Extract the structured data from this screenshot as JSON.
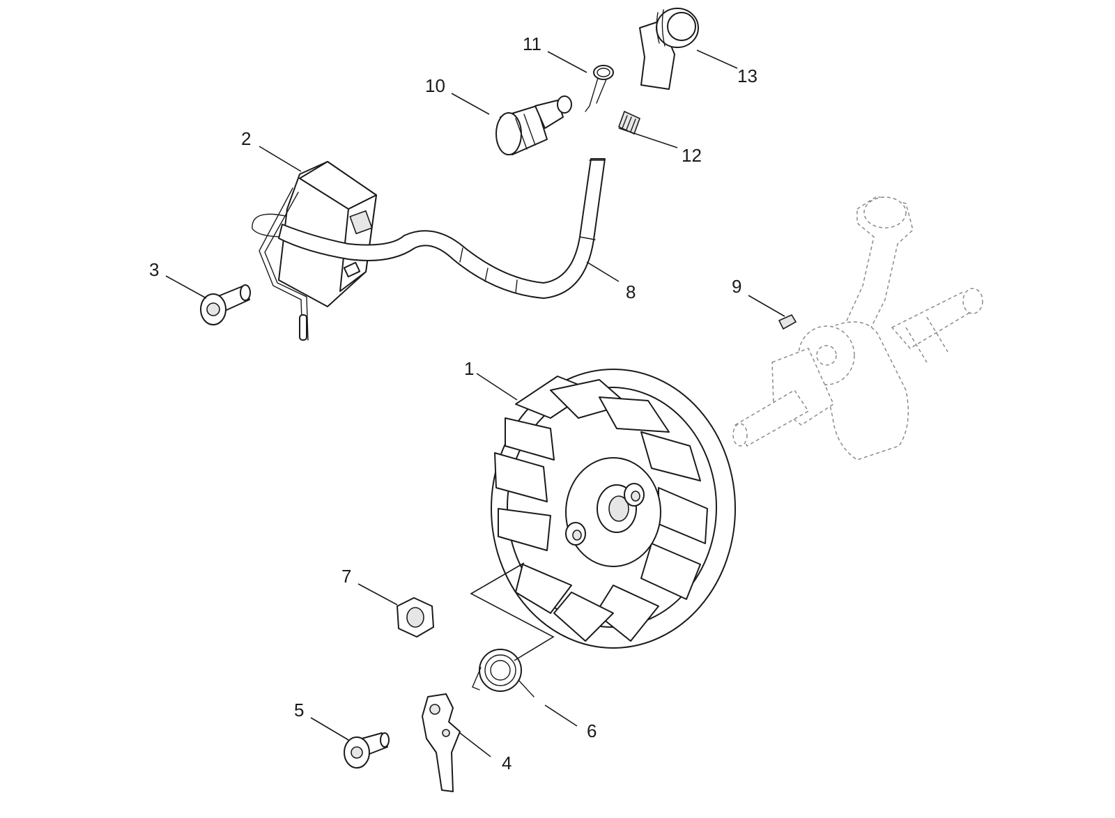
{
  "callouts": {
    "p1": "1",
    "p2": "2",
    "p3": "3",
    "p4": "4",
    "p5": "5",
    "p6": "6",
    "p7": "7",
    "p8": "8",
    "p9": "9",
    "p10": "10",
    "p11": "11",
    "p12": "12",
    "p13": "13"
  },
  "colors": {
    "line": "#1a1a1a",
    "reference_part": "#8a8a8a",
    "background": "#ffffff"
  }
}
